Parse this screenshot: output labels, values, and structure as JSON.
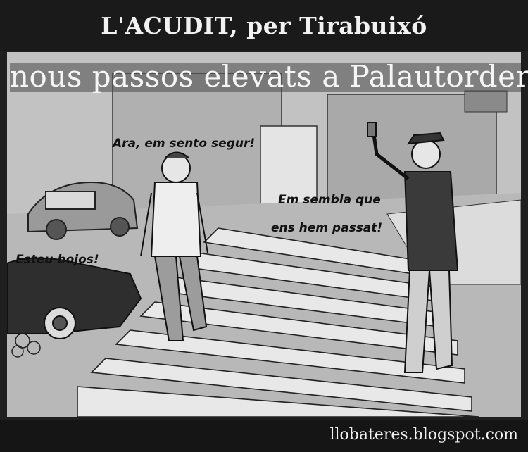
{
  "header": {
    "title": "L'ACUDIT, per Tirabuixó"
  },
  "panel": {
    "subtitle": "nous passos elevats a Palautordera",
    "speech": {
      "pedestrian": "Ara, em sento segur!",
      "officer_line1": "Em sembla que",
      "officer_line2": "ens hem passat!",
      "driver": "Esteu bojos!"
    }
  },
  "footer": {
    "url": "llobateres.blogspot.com"
  },
  "colors": {
    "frame": "#1f1f1f",
    "panel": "#bdbdbd",
    "ink": "#111111"
  }
}
